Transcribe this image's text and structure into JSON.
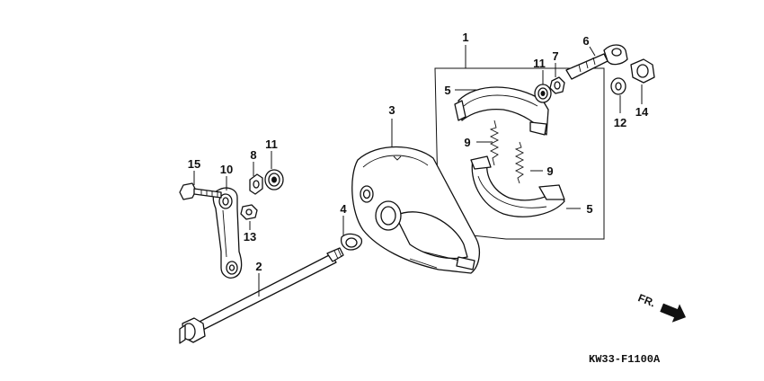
{
  "diagram": {
    "callouts": [
      {
        "id": "1",
        "text": "1"
      },
      {
        "id": "2",
        "text": "2"
      },
      {
        "id": "3",
        "text": "3"
      },
      {
        "id": "4",
        "text": "4"
      },
      {
        "id": "5a",
        "text": "5"
      },
      {
        "id": "5b",
        "text": "5"
      },
      {
        "id": "6",
        "text": "6"
      },
      {
        "id": "7",
        "text": "7"
      },
      {
        "id": "8",
        "text": "8"
      },
      {
        "id": "9a",
        "text": "9"
      },
      {
        "id": "9b",
        "text": "9"
      },
      {
        "id": "10",
        "text": "10"
      },
      {
        "id": "11a",
        "text": "11"
      },
      {
        "id": "11b",
        "text": "11"
      },
      {
        "id": "12",
        "text": "12"
      },
      {
        "id": "13",
        "text": "13"
      },
      {
        "id": "14",
        "text": "14"
      },
      {
        "id": "15",
        "text": "15"
      }
    ],
    "front_marker": "FR.",
    "diagram_code": "KW33-F1100A"
  }
}
